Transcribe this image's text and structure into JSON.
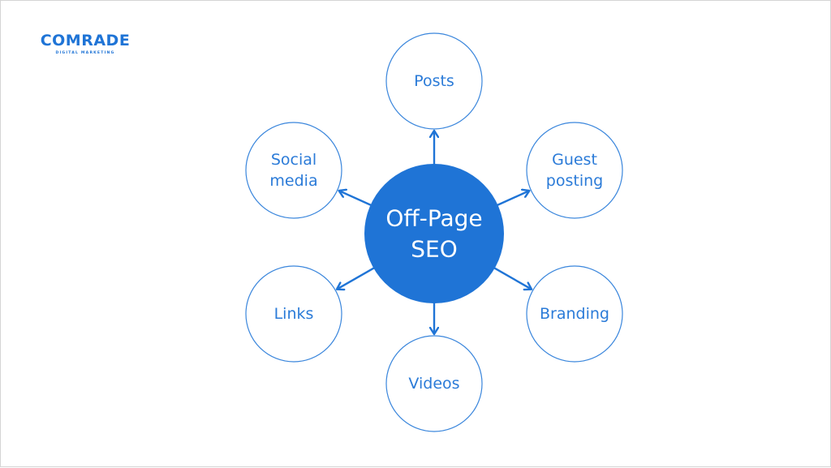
{
  "logo": {
    "wordmark": "COMRADE",
    "tagline": "DIGITAL MARKETING"
  },
  "colors": {
    "accent": "#1f74d6",
    "node_stroke": "#3a86dc",
    "node_text": "#2b7bd8",
    "center_text": "#ffffff",
    "background": "#ffffff"
  },
  "diagram": {
    "type": "hub-and-spoke",
    "center": {
      "lines": [
        "Off-Page",
        "SEO"
      ]
    },
    "nodes": [
      {
        "id": "posts",
        "lines": [
          "Posts"
        ],
        "direction": "top"
      },
      {
        "id": "guest-posting",
        "lines": [
          "Guest",
          "posting"
        ],
        "direction": "top-right"
      },
      {
        "id": "branding",
        "lines": [
          "Branding"
        ],
        "direction": "bottom-right"
      },
      {
        "id": "videos",
        "lines": [
          "Videos"
        ],
        "direction": "bottom"
      },
      {
        "id": "links",
        "lines": [
          "Links"
        ],
        "direction": "bottom-left"
      },
      {
        "id": "social-media",
        "lines": [
          "Social",
          "media"
        ],
        "direction": "top-left"
      }
    ]
  }
}
